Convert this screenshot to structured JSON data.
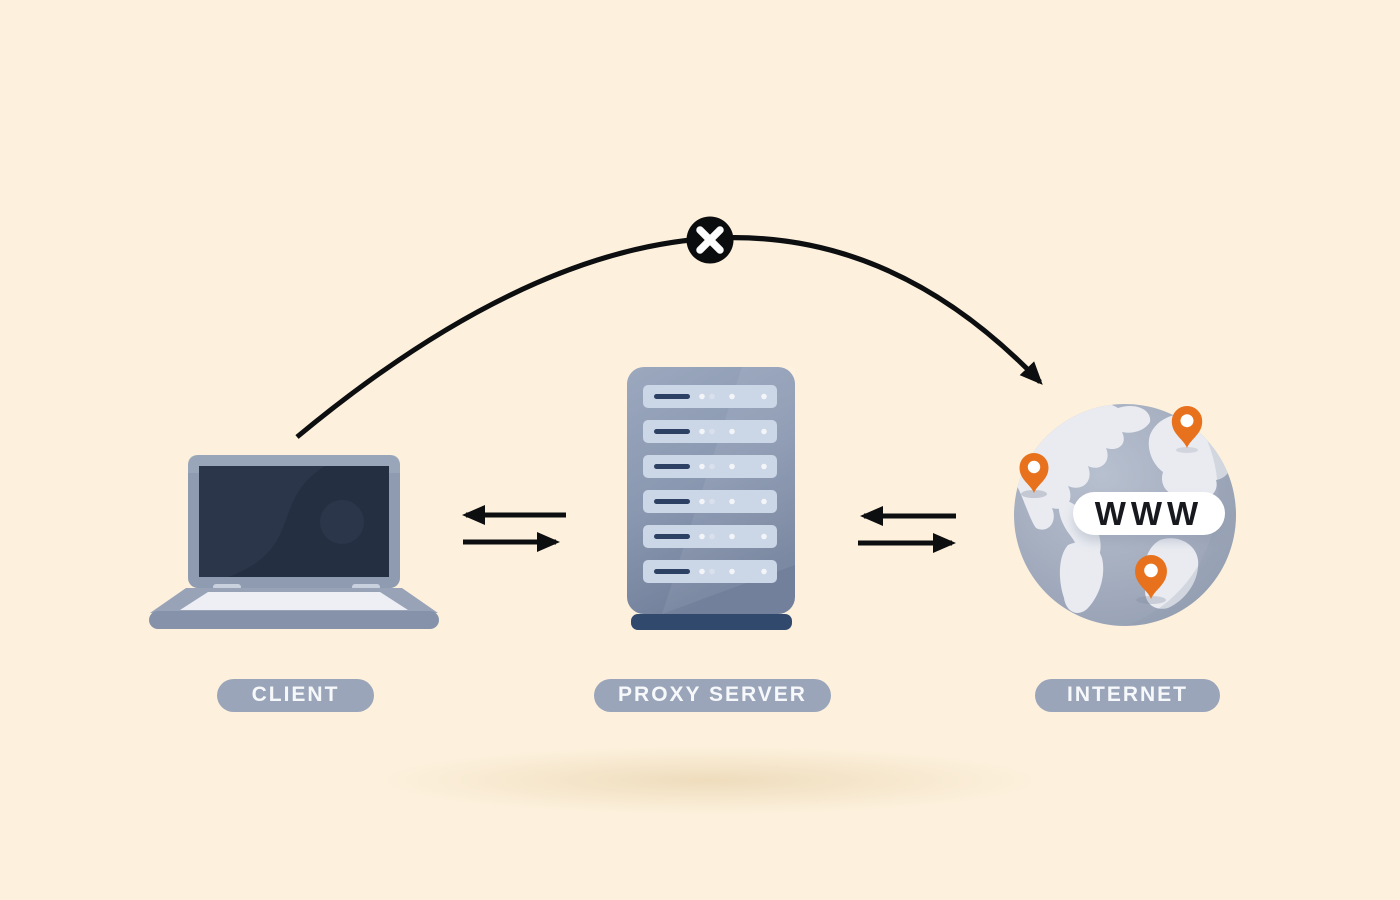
{
  "diagram": {
    "type": "proxy-server-network-diagram",
    "nodes": [
      {
        "id": "client",
        "label": "CLIENT",
        "icon": "laptop-icon"
      },
      {
        "id": "proxy-server",
        "label": "PROXY SERVER",
        "icon": "server-rack-icon"
      },
      {
        "id": "internet",
        "label": "INTERNET",
        "icon": "globe-icon",
        "badge": "WWW"
      }
    ],
    "connections": [
      {
        "from": "client",
        "to": "proxy-server",
        "style": "bidirectional-arrows"
      },
      {
        "from": "proxy-server",
        "to": "internet",
        "style": "bidirectional-arrows"
      },
      {
        "from": "client",
        "to": "internet",
        "style": "curved-arc",
        "status": "blocked",
        "icon": "x-circle-icon"
      }
    ],
    "colors": {
      "background": "#fdf1dd",
      "label_pill": "#9aa5ba",
      "label_text": "#f6f8fa",
      "arrow_black": "#0d0e10",
      "pin_orange": "#e7711c",
      "globe_ocean": "#a6afc0",
      "globe_land": "#e9ebf1",
      "server_slat": "#cbd6e7",
      "server_accent": "#2c4163",
      "laptop_screen": "#242f41",
      "www_badge_bg": "#ffffff",
      "www_badge_text": "#17191e"
    }
  }
}
